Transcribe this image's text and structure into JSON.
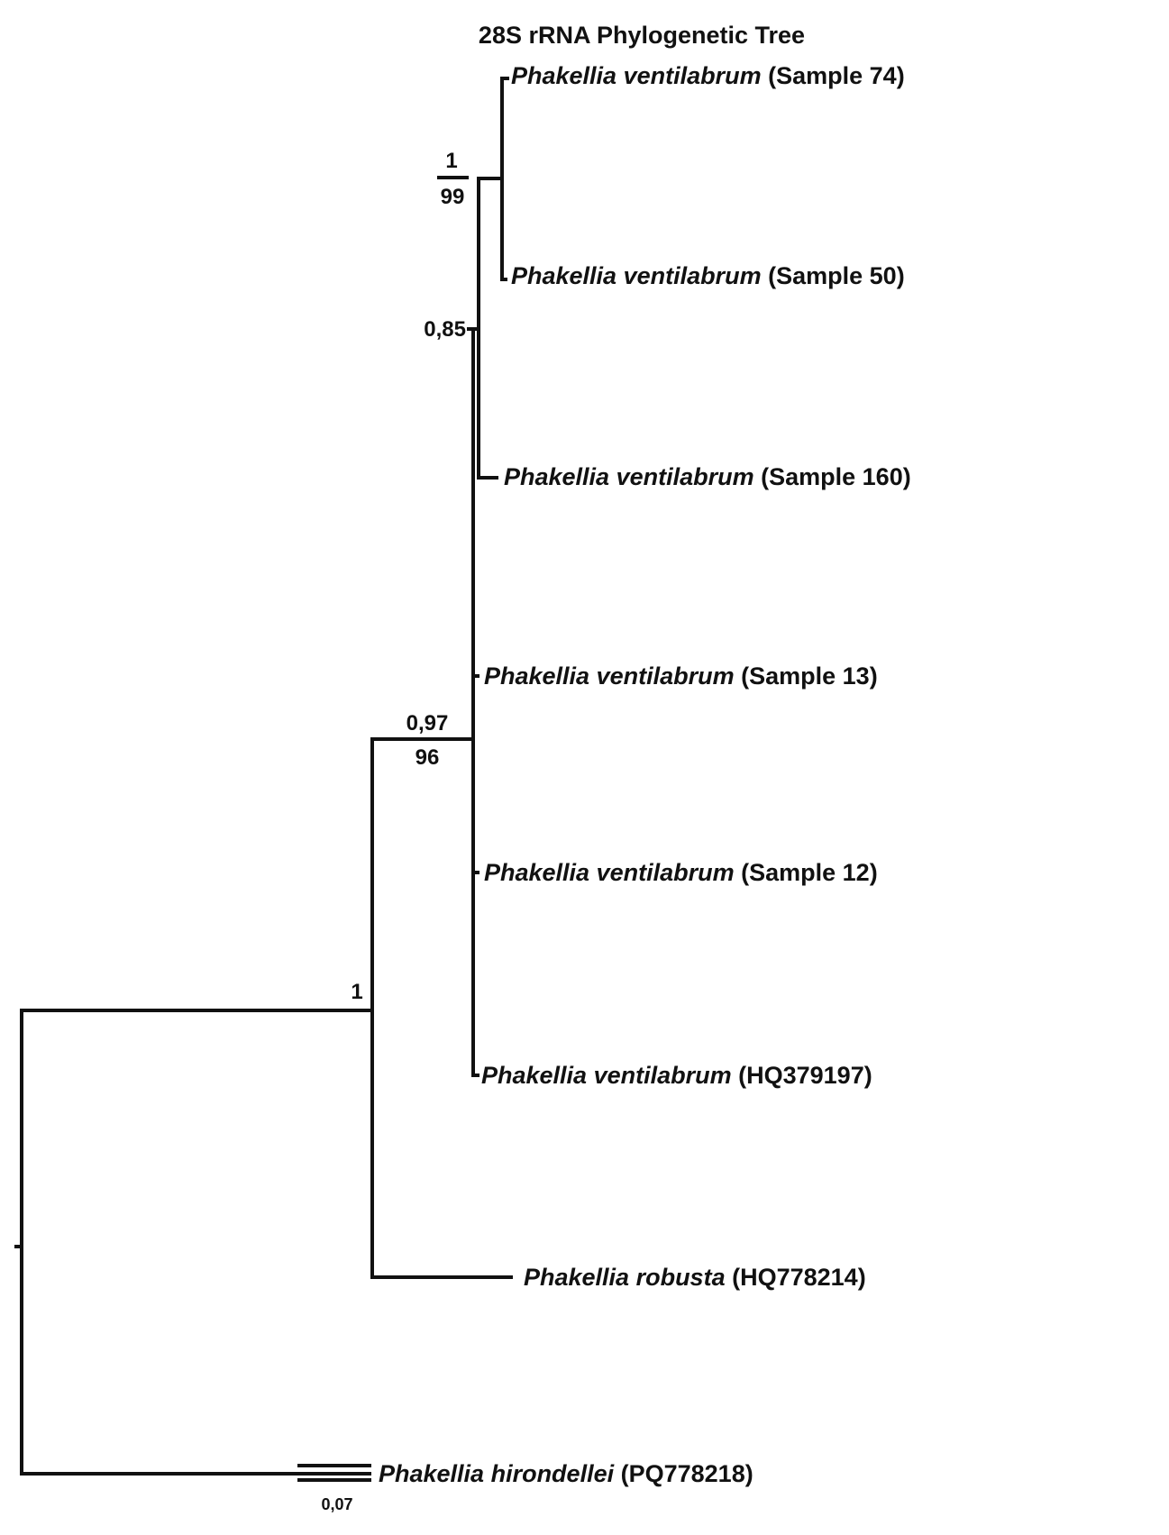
{
  "title": "28S rRNA Phylogenetic Tree",
  "taxa": [
    {
      "id": "s74",
      "species": "Phakellia ventilabrum",
      "code": "(Sample 74)"
    },
    {
      "id": "s50",
      "species": "Phakellia ventilabrum",
      "code": "(Sample 50)"
    },
    {
      "id": "s160",
      "species": "Phakellia ventilabrum",
      "code": "(Sample 160)"
    },
    {
      "id": "s13",
      "species": "Phakellia ventilabrum",
      "code": "(Sample 13)"
    },
    {
      "id": "s12",
      "species": "Phakellia ventilabrum",
      "code": "(Sample 12)"
    },
    {
      "id": "hq379",
      "species": "Phakellia ventilabrum",
      "code": "(HQ379197)"
    },
    {
      "id": "robusta",
      "species": "Phakellia robusta",
      "code": "(HQ778214)"
    },
    {
      "id": "hirond",
      "species": "Phakellia hirondellei",
      "code": "(PQ778218)"
    }
  ],
  "support": {
    "node_74_50_posterior": "1",
    "node_74_50_bootstrap": "99",
    "node_160_posterior": "0,85",
    "node_ventilabrum_posterior": "0,97",
    "node_ventilabrum_bootstrap": "96",
    "node_ingroup_posterior": "1"
  },
  "scale_bar": {
    "label": "0,07",
    "value": 0.07
  }
}
